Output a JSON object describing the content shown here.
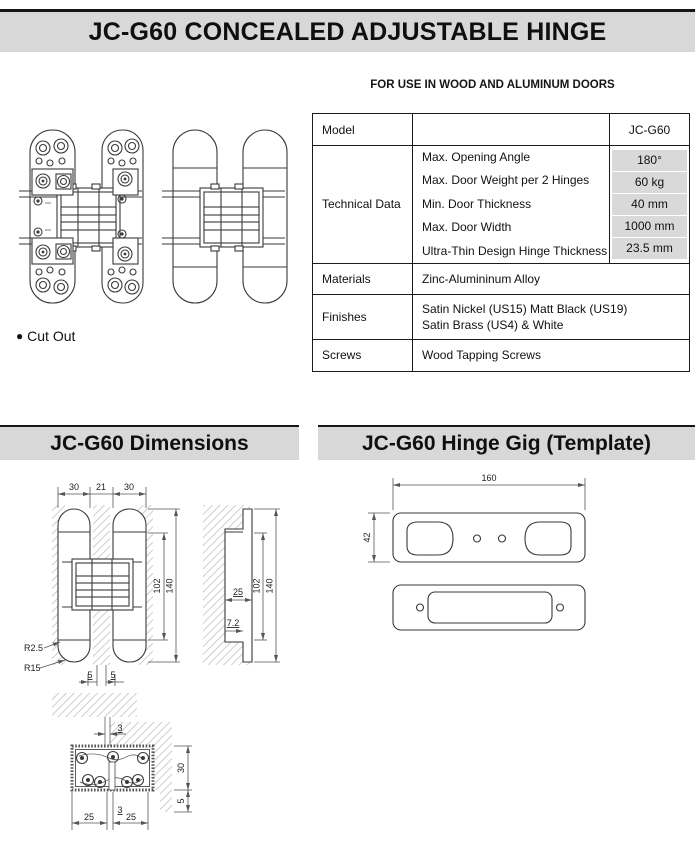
{
  "title": "JC-G60 CONCEALED ADJUSTABLE HINGE",
  "subtitle": "FOR USE IN WOOD AND ALUMINUM DOORS",
  "cut_out_label": "Cut Out",
  "sections": {
    "dimensions_title": "JC-G60 Dimensions",
    "template_title": "JC-G60 Hinge Gig (Template)"
  },
  "spec_table": {
    "model_label": "Model",
    "model_value": "JC-G60",
    "technical_label": "Technical Data",
    "technical_rows": [
      {
        "label": "Max. Opening Angle",
        "value": "180°"
      },
      {
        "label": "Max. Door Weight per 2 Hinges",
        "value": "60 kg"
      },
      {
        "label": "Min. Door Thickness",
        "value": "40 mm"
      },
      {
        "label": "Max. Door Width",
        "value": "1000 mm"
      },
      {
        "label": "Ultra-Thin Design Hinge Thickness",
        "value": "23.5 mm"
      }
    ],
    "materials_label": "Materials",
    "materials_value": "Zinc-Alumininum Alloy",
    "finishes_label": "Finishes",
    "finishes_line1": "Satin Nickel (US15) Matt Black (US19)",
    "finishes_line2": "Satin Brass (US4) & White",
    "screws_label": "Screws",
    "screws_value": "Wood Tapping Screws"
  },
  "dimensions": {
    "front": {
      "w_left": "30",
      "w_center": "21",
      "w_right": "30",
      "h_inner": "102",
      "h_outer": "140",
      "radius_small": "R2.5",
      "radius_large": "R15",
      "off_left": "5",
      "off_right": "5"
    },
    "side": {
      "depth": "25",
      "lip": "7.2",
      "h_inner": "102",
      "h_outer": "140"
    },
    "section": {
      "gap_top": "3",
      "pocket_depth": "30",
      "lip": "5",
      "leaf_left": "25",
      "gap_bottom": "3",
      "leaf_right": "25"
    },
    "template": {
      "length": "160",
      "width": "42"
    }
  },
  "colors": {
    "header_bg": "#d8d8d8",
    "cell_bg": "#d9d9d9",
    "line": "#3a3a3a"
  }
}
